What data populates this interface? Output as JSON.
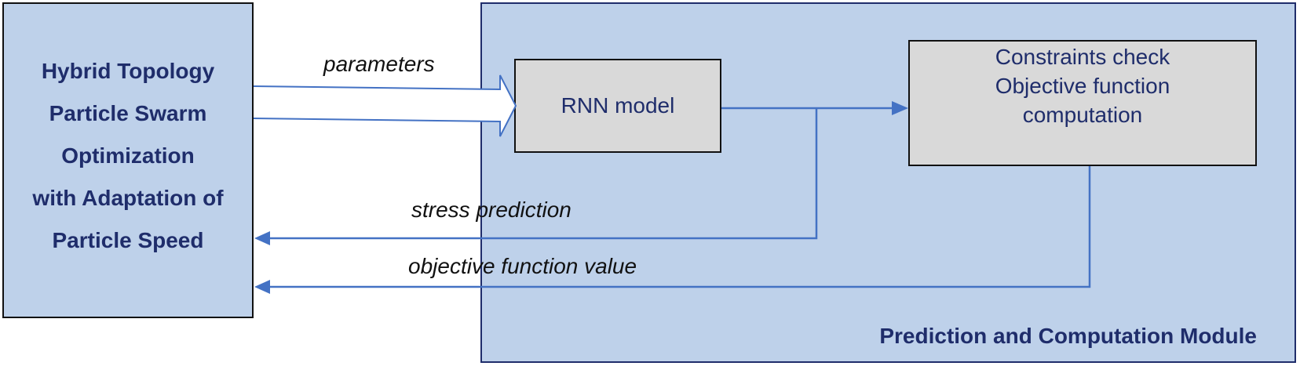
{
  "optimizer": {
    "lines": [
      "Hybrid Topology",
      "Particle Swarm",
      "Optimization",
      "with Adaptation of",
      "Particle Speed"
    ]
  },
  "module": {
    "title": "Prediction and Computation Module"
  },
  "rnn": {
    "label": "RNN model"
  },
  "constraints": {
    "lines": [
      "Constraints check",
      "Objective function",
      "computation"
    ]
  },
  "labels": {
    "parameters": "parameters",
    "stress_prediction": "stress prediction",
    "objective_value": "objective function value"
  },
  "colors": {
    "box_fill": "#bed1ea",
    "process_fill": "#d9d9d9",
    "arrow": "#4472c4",
    "text_blue": "#1f2d6b"
  }
}
